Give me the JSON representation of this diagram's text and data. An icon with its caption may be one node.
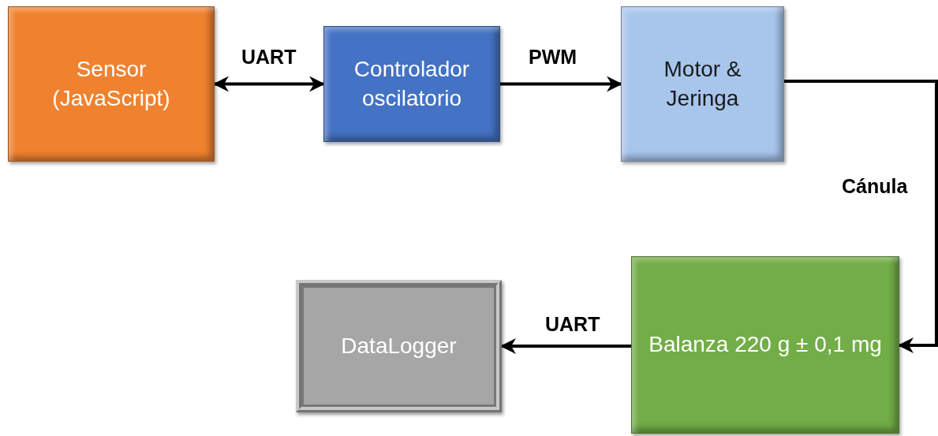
{
  "diagram": {
    "nodes": [
      {
        "text": [
          "Sensor (JavaScript)"
        ]
      },
      {
        "text": [
          "Controlador oscilatorio"
        ]
      },
      {
        "text": [
          "Motor & Jeringa"
        ]
      },
      {
        "text": [
          "Balanza 220 g ± 0,1 mg"
        ]
      },
      {
        "text": [
          "DataLogger"
        ]
      }
    ],
    "edges": [
      {
        "from": 0,
        "to": 1,
        "arrow": "both",
        "label": "UART"
      },
      {
        "from": 1,
        "to": 2,
        "arrow": "to",
        "label": "PWM"
      },
      {
        "from": 2,
        "to": 3,
        "arrow": "to",
        "label": "Cánula"
      },
      {
        "from": 3,
        "to": 4,
        "arrow": "to",
        "label": "UART"
      }
    ]
  }
}
